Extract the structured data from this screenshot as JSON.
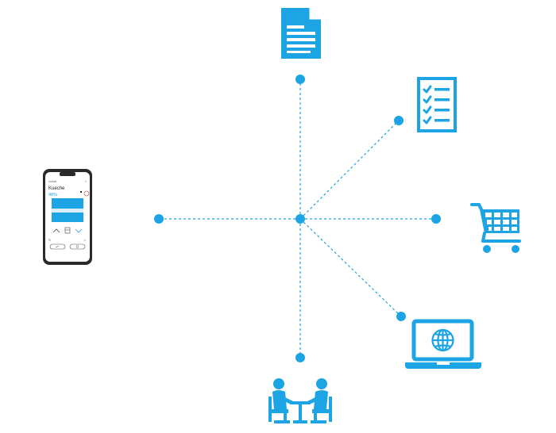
{
  "colors": {
    "accent": "#1ca4e4",
    "phone_body": "#2a2a2a",
    "screen_bg": "#ffffff"
  },
  "hub": {
    "connections": [
      "document",
      "checklist",
      "shopping-cart",
      "laptop-globe",
      "meeting",
      "phone"
    ]
  },
  "icons": {
    "top": "document-icon",
    "top_right": "checklist-icon",
    "right": "shopping-cart-icon",
    "bottom_right": "laptop-globe-icon",
    "bottom": "meeting-icon",
    "left": "smartphone-icon"
  },
  "phone": {
    "header_label": "zurück",
    "room": "Kueche",
    "percent": "48%"
  }
}
